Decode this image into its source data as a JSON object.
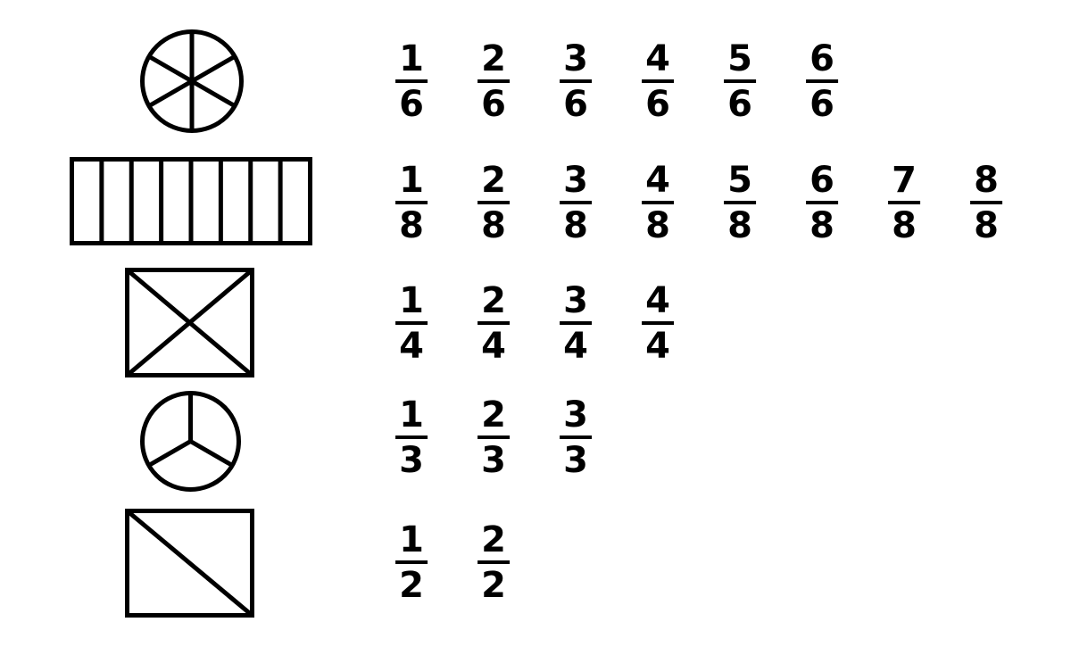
{
  "page": {
    "background": "#ffffff",
    "ink": "#000000"
  },
  "rows": [
    {
      "shape": {
        "name": "circle-sixths",
        "type": "circle",
        "parts": 6,
        "description": "circle divided into 6 equal wedges"
      },
      "fractions": [
        {
          "numerator": "1",
          "denominator": "6"
        },
        {
          "numerator": "2",
          "denominator": "6"
        },
        {
          "numerator": "3",
          "denominator": "6"
        },
        {
          "numerator": "4",
          "denominator": "6"
        },
        {
          "numerator": "5",
          "denominator": "6"
        },
        {
          "numerator": "6",
          "denominator": "6"
        }
      ]
    },
    {
      "shape": {
        "name": "rectangle-eighths",
        "type": "rectangle-vertical-strips",
        "parts": 8,
        "description": "rectangle divided into 8 vertical strips"
      },
      "fractions": [
        {
          "numerator": "1",
          "denominator": "8"
        },
        {
          "numerator": "2",
          "denominator": "8"
        },
        {
          "numerator": "3",
          "denominator": "8"
        },
        {
          "numerator": "4",
          "denominator": "8"
        },
        {
          "numerator": "5",
          "denominator": "8"
        },
        {
          "numerator": "6",
          "denominator": "8"
        },
        {
          "numerator": "7",
          "denominator": "8"
        },
        {
          "numerator": "8",
          "denominator": "8"
        }
      ]
    },
    {
      "shape": {
        "name": "square-quarters",
        "type": "rectangle-both-diagonals",
        "parts": 4,
        "description": "square divided into 4 triangles by both diagonals"
      },
      "fractions": [
        {
          "numerator": "1",
          "denominator": "4"
        },
        {
          "numerator": "2",
          "denominator": "4"
        },
        {
          "numerator": "3",
          "denominator": "4"
        },
        {
          "numerator": "4",
          "denominator": "4"
        }
      ]
    },
    {
      "shape": {
        "name": "circle-thirds",
        "type": "circle",
        "parts": 3,
        "description": "circle divided into 3 equal wedges"
      },
      "fractions": [
        {
          "numerator": "1",
          "denominator": "3"
        },
        {
          "numerator": "2",
          "denominator": "3"
        },
        {
          "numerator": "3",
          "denominator": "3"
        }
      ]
    },
    {
      "shape": {
        "name": "square-halves",
        "type": "rectangle-single-diagonal",
        "parts": 2,
        "description": "square divided into 2 triangles by one diagonal"
      },
      "fractions": [
        {
          "numerator": "1",
          "denominator": "2"
        },
        {
          "numerator": "2",
          "denominator": "2"
        }
      ]
    }
  ]
}
